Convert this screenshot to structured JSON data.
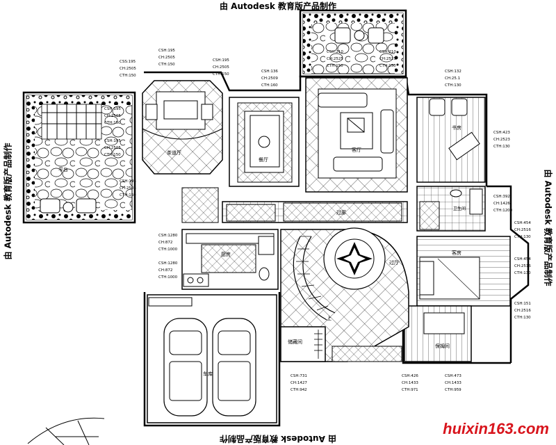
{
  "watermark": {
    "text": "由 Autodesk 教育版产品制作"
  },
  "site": "huixin163.com",
  "rooms": {
    "terrace": "平台",
    "tea_room": "茶道厅",
    "dining": "餐厅",
    "living": "客厅",
    "study": "书房",
    "corridor": "过廊",
    "kitchen": "厨房",
    "bathroom": "卫生间",
    "guest_room": "客房",
    "storage": "储藏间",
    "garage": "车库",
    "nanny_room": "保姆间",
    "hall": "过厅",
    "up": "上"
  },
  "dimensions": {
    "tea_left": [
      "CSS:195",
      "CH:2505",
      "CTH:150"
    ],
    "tea_mid": [
      "CSH:195",
      "CH:2505",
      "CTH:150"
    ],
    "tea_right": [
      "CSH:195",
      "CH:2505",
      "CTH:150"
    ],
    "terrace_a": [
      "CSH:195",
      "CH:2505",
      "CTH:150"
    ],
    "terrace_b": [
      "CSH:195",
      "CH:2505",
      "CTH:150"
    ],
    "terrace_c": [
      "CSH:195",
      "CH:2505",
      "CTH:150"
    ],
    "dining": [
      "CSH:136",
      "CH:2509",
      "CTH:160"
    ],
    "garden_left": [
      "CSH:210",
      "CH:2525",
      "CTH:150"
    ],
    "garden_right": [
      "CSH:210",
      "CH:2525",
      "CTH:150"
    ],
    "study_top": [
      "CSH:132",
      "CH:25.1",
      "CTH:130"
    ],
    "study_right": [
      "CSH:423",
      "CH:2523",
      "CTH:130"
    ],
    "bath_right": [
      "CSH:392",
      "CH:1426",
      "CTH:1200"
    ],
    "guest_a": [
      "CSH:454",
      "CH:2516",
      "CTH:130"
    ],
    "guest_b": [
      "CSH:454",
      "CH:2516",
      "CTH:130"
    ],
    "guest_c": [
      "CSH:151",
      "CH:2516",
      "CTH:130"
    ],
    "kitchen_a": [
      "CSH:1280",
      "CH:872",
      "CTH:1000"
    ],
    "kitchen_b": [
      "CSH:1280",
      "CH:872",
      "CTH:1000"
    ],
    "storage": [
      "CSH:731",
      "CH:1427",
      "CTH:942"
    ],
    "bottom_mid": [
      "CSH:426",
      "CH:1433",
      "CTH:971"
    ],
    "bottom_right": [
      "CSH:473",
      "CH:1433",
      "CTH:959"
    ]
  }
}
